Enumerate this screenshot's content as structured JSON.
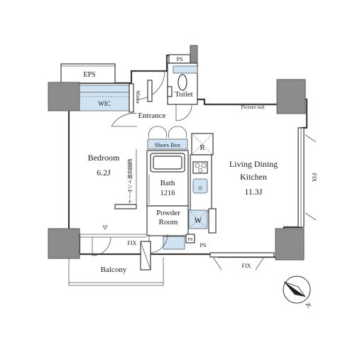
{
  "rooms": {
    "eps": "EPS",
    "ps_top": "PS",
    "wic": "WIC",
    "mirror": "Mirror",
    "toilet": "Toilet",
    "entrance": "Entrance",
    "picture_rail": "Picture rail",
    "shoes_box": "Shoes Box",
    "refrigerator": "R",
    "bedroom": "Bedroom",
    "bedroom_size": "6.2J",
    "bedroom_note": "壁面収納インサート",
    "bath": "Bath",
    "bath_size": "1216",
    "living": "Living Dining",
    "kitchen": "Kitchen",
    "living_size": "11.3J",
    "powder": "Powder",
    "powder_room": "Room",
    "washer": "W",
    "ps_bottom": "PS",
    "ps_small": "PS",
    "fix_bottom_left": "FIX",
    "fix_bottom_right": "FIX",
    "fix_right": "FIX",
    "balcony": "Balcony",
    "compass_n": "N"
  }
}
